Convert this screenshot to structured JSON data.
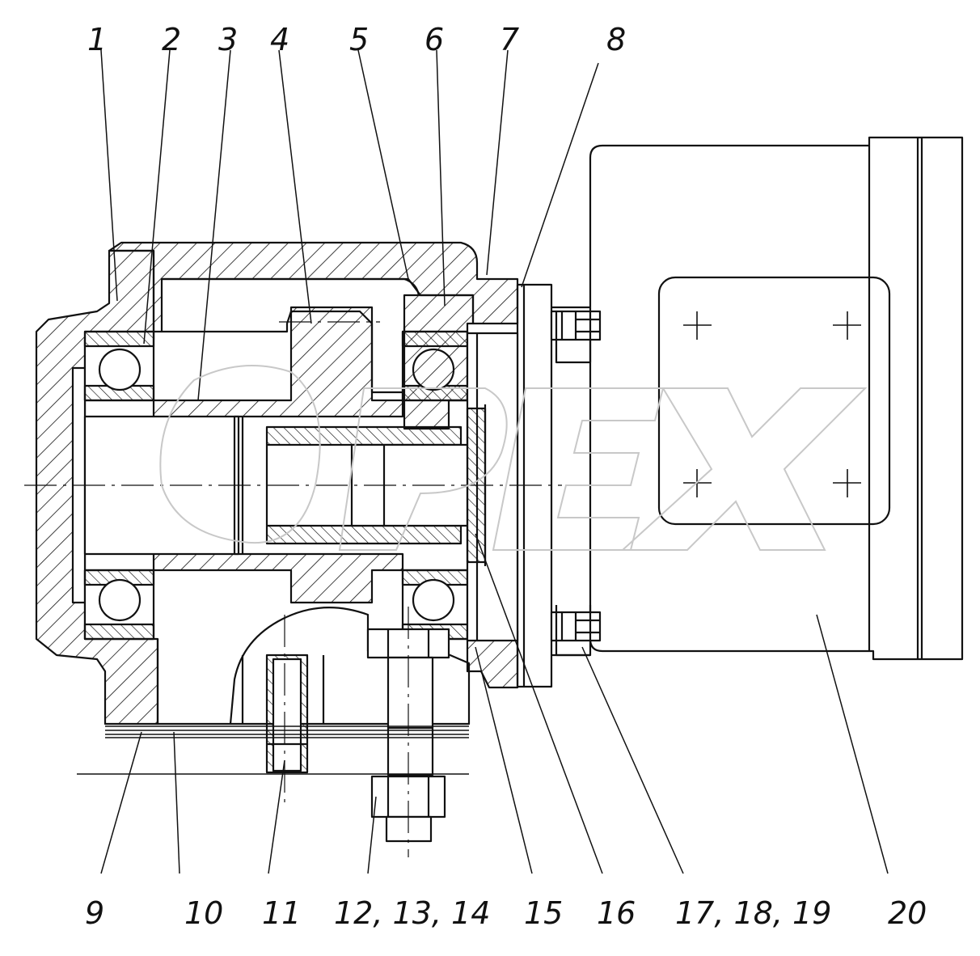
{
  "diagram": {
    "callouts_top": [
      "1",
      "2",
      "3",
      "4",
      "5",
      "6",
      "7",
      "8"
    ],
    "callouts_bottom": [
      "9",
      "10",
      "11",
      "12, 13, 14",
      "15",
      "16",
      "17, 18, 19",
      "20"
    ],
    "watermark_text": "OPEX",
    "colors": {
      "line": "#111111",
      "watermark": "#c8c8c8",
      "background": "#ffffff"
    }
  }
}
